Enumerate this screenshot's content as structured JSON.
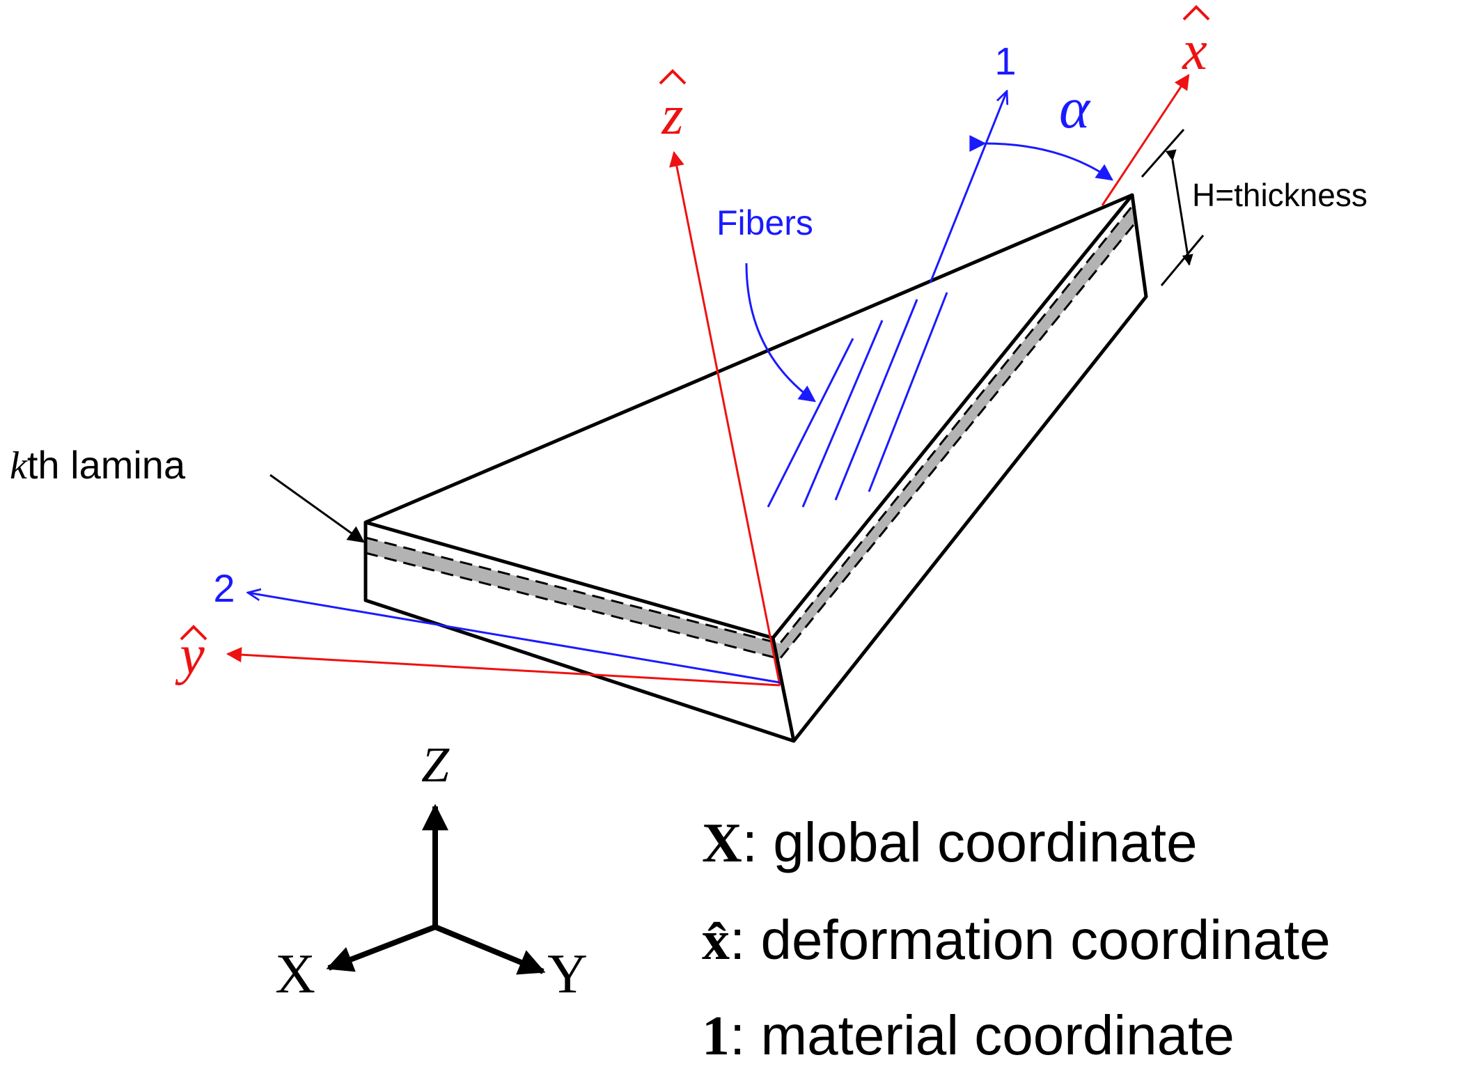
{
  "labels": {
    "axis_1": "1",
    "axis_2": "2",
    "x_hat": "x",
    "y_hat": "y",
    "z_hat": "z",
    "alpha": "α",
    "fibers": "Fibers",
    "thickness": "H=thickness",
    "kth_k": "k",
    "kth_rest": "th lamina",
    "Z": "Z",
    "X": "X",
    "Y": "Y"
  },
  "legend": [
    {
      "symbol": "X",
      "text": ": global coordinate"
    },
    {
      "symbol": "x̂",
      "text": ": deformation coordinate"
    },
    {
      "symbol": "1",
      "text": ": material coordinate"
    }
  ],
  "colors": {
    "material_axes": "#1a1aff",
    "deformation_axes": "#ee1111",
    "outline": "#000000",
    "lamina_fill": "#b3b3b3"
  }
}
